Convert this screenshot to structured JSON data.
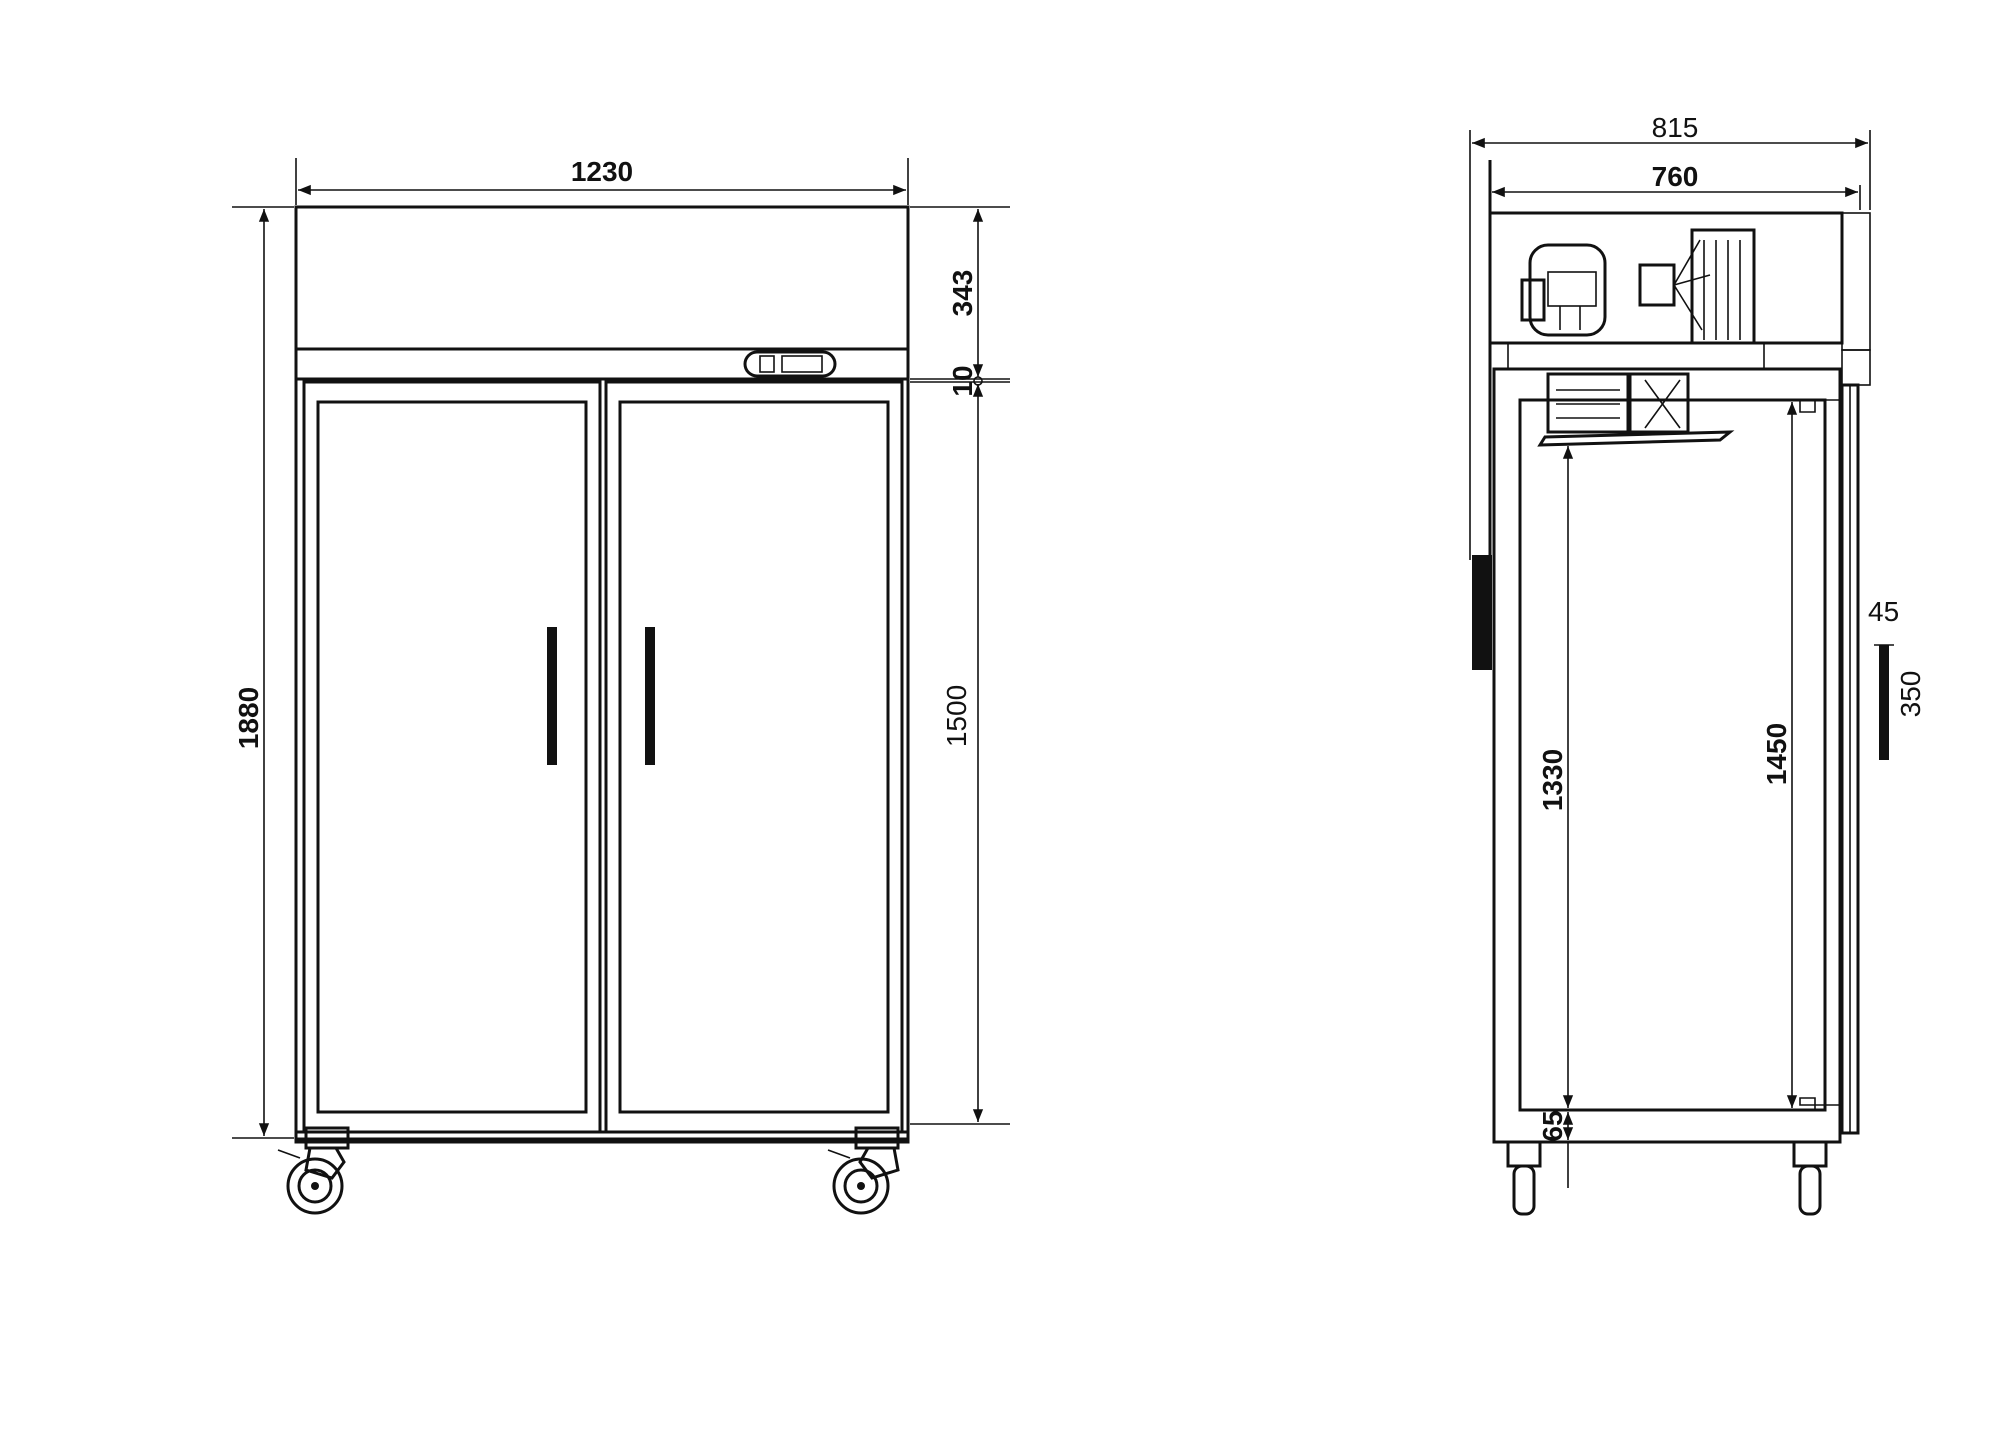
{
  "front_view": {
    "width_label": "1230",
    "height_label": "1880",
    "canopy_label": "343",
    "gap_label": "10",
    "door_label": "1500"
  },
  "side_view": {
    "overall_depth_label": "815",
    "cabinet_depth_label": "760",
    "interior_height_label": "1330",
    "door_height_label": "1450",
    "base_label": "65",
    "handle_width_label": "45",
    "handle_length_label": "350"
  },
  "colors": {
    "line": "#111111",
    "background": "#ffffff"
  }
}
